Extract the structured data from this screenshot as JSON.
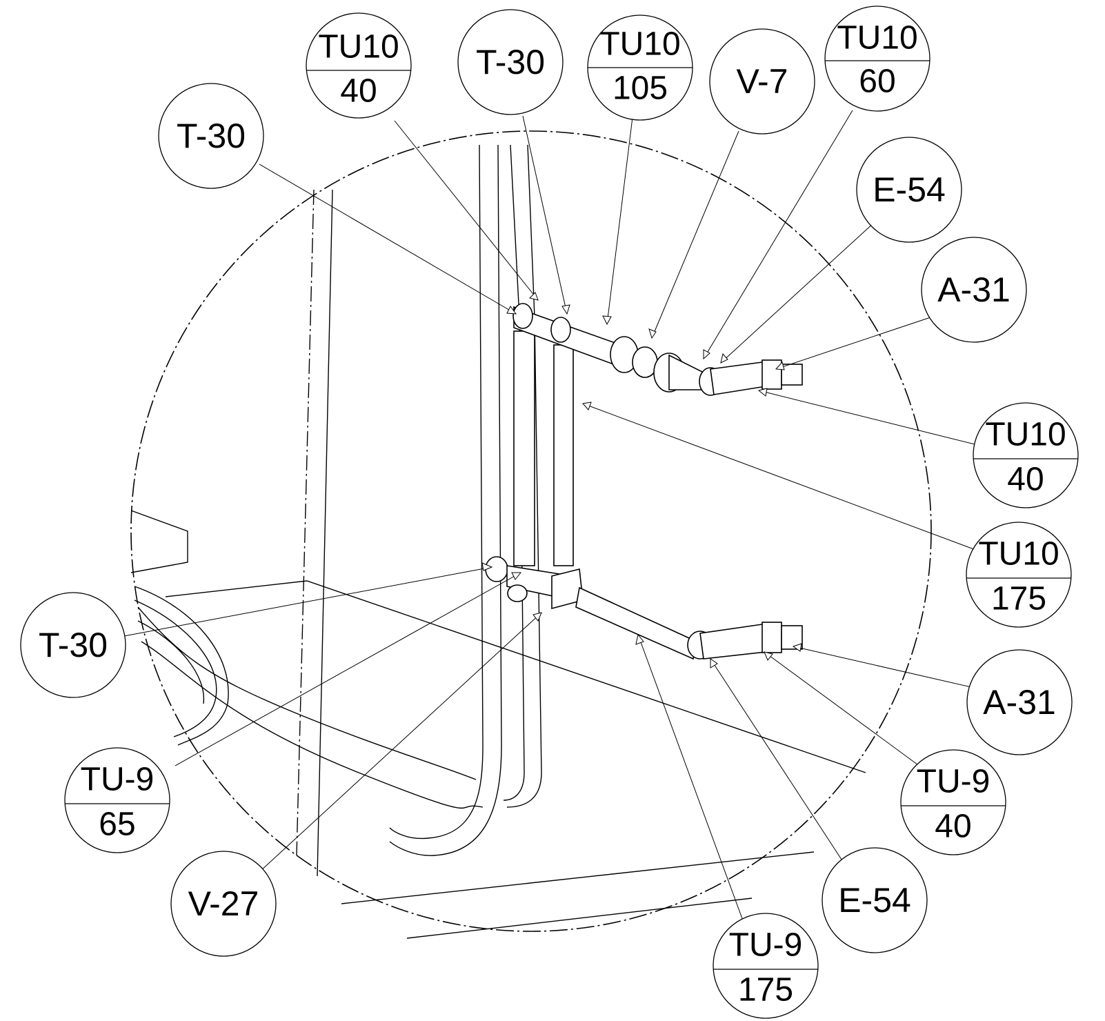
{
  "callouts": [
    {
      "id": "tu10-40-top",
      "top": "TU10",
      "bottom": "40"
    },
    {
      "id": "t30-top",
      "top": "T-30",
      "bottom": ""
    },
    {
      "id": "tu10-105",
      "top": "TU10",
      "bottom": "105"
    },
    {
      "id": "v7",
      "top": "V-7",
      "bottom": ""
    },
    {
      "id": "tu10-60",
      "top": "TU10",
      "bottom": "60"
    },
    {
      "id": "t30-upper-left",
      "top": "T-30",
      "bottom": ""
    },
    {
      "id": "e54-upper",
      "top": "E-54",
      "bottom": ""
    },
    {
      "id": "a31-upper",
      "top": "A-31",
      "bottom": ""
    },
    {
      "id": "tu10-40-right",
      "top": "TU10",
      "bottom": "40"
    },
    {
      "id": "tu10-175",
      "top": "TU10",
      "bottom": "175"
    },
    {
      "id": "a31-lower",
      "top": "A-31",
      "bottom": ""
    },
    {
      "id": "t30-lower-left",
      "top": "T-30",
      "bottom": ""
    },
    {
      "id": "tu9-40",
      "top": "TU-9",
      "bottom": "40"
    },
    {
      "id": "tu9-65",
      "top": "TU-9",
      "bottom": "65"
    },
    {
      "id": "e54-lower",
      "top": "E-54",
      "bottom": ""
    },
    {
      "id": "v27",
      "top": "V-27",
      "bottom": ""
    },
    {
      "id": "tu9-175",
      "top": "TU-9",
      "bottom": "175"
    }
  ]
}
